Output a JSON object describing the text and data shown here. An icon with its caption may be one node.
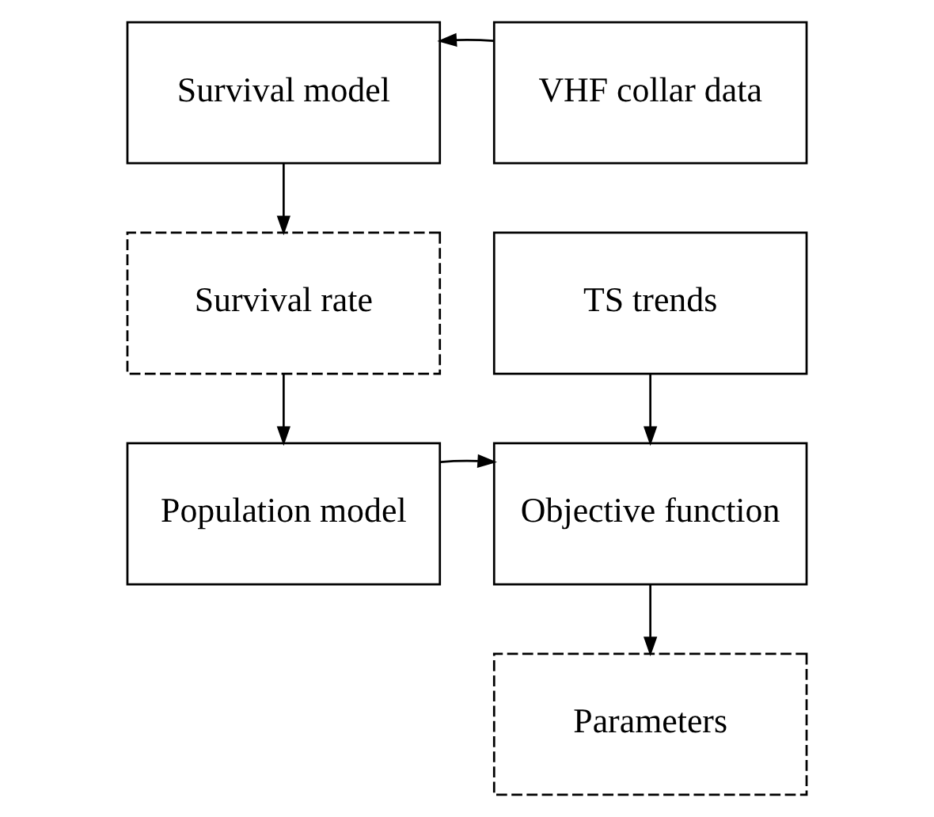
{
  "diagram": {
    "nodes": [
      {
        "text": [
          "Survival model"
        ]
      },
      {
        "text": [
          "VHF collar data"
        ]
      },
      {
        "text": [
          "Survival rate"
        ]
      },
      {
        "text": [
          "TS trends"
        ]
      },
      {
        "text": [
          "Population model"
        ]
      },
      {
        "text": [
          "Objective function"
        ]
      },
      {
        "text": [
          "Parameters"
        ]
      }
    ],
    "edges": [
      {
        "from": 1,
        "to": 0,
        "arrow": "to"
      },
      {
        "from": 0,
        "to": 2,
        "arrow": "to"
      },
      {
        "from": 2,
        "to": 4,
        "arrow": "to"
      },
      {
        "from": 3,
        "to": 5,
        "arrow": "to"
      },
      {
        "from": 4,
        "to": 5,
        "arrow": "to"
      },
      {
        "from": 5,
        "to": 6,
        "arrow": "to"
      }
    ]
  }
}
